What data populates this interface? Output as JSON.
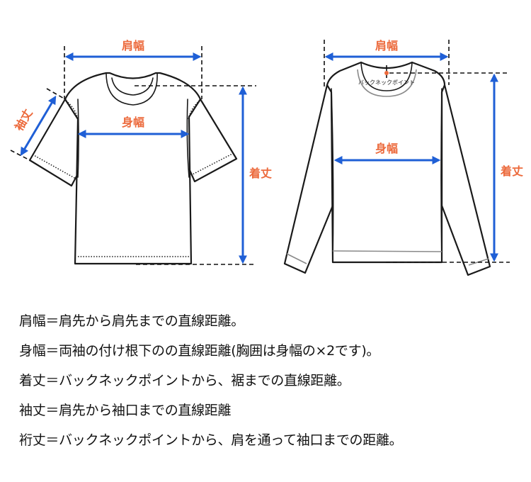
{
  "diagram": {
    "tshirt": {
      "labels": {
        "shoulder_width": "肩幅",
        "body_width": "身幅",
        "sleeve_length": "袖丈",
        "total_length": "着丈"
      }
    },
    "longsleeve": {
      "labels": {
        "shoulder_width": "肩幅",
        "body_width": "身幅",
        "total_length": "着丈",
        "back_neck_point": "バックネックポイント"
      }
    },
    "colors": {
      "label_orange": "#ec6a3c",
      "arrow_blue": "#1f5fd6",
      "outline_black": "#1a1a1a"
    }
  },
  "definitions": [
    {
      "text": "肩幅＝肩先から肩先までの直線距離。"
    },
    {
      "text": "身幅＝両袖の付け根下のの直線距離(胸囲は身幅の×2です)。"
    },
    {
      "text": "着丈＝バックネックポイントから、裾までの直線距離。"
    },
    {
      "text": "袖丈＝肩先から袖口までの直線距離"
    },
    {
      "text": "裄丈＝バックネックポイントから、肩を通って袖口までの距離。"
    }
  ]
}
